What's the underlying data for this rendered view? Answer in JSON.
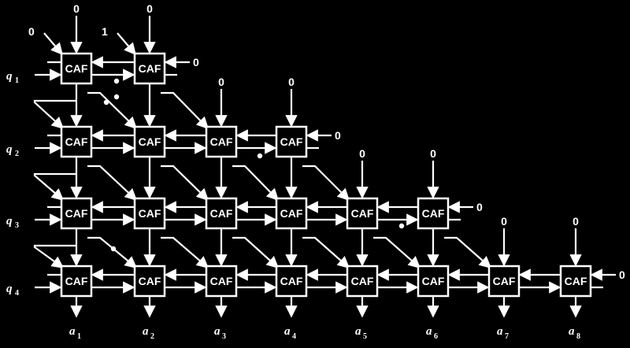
{
  "diagram": {
    "cell_label": "CAF",
    "rows": [
      {
        "label": "q",
        "sub": "1",
        "cells": 2
      },
      {
        "label": "q",
        "sub": "2",
        "cells": 4
      },
      {
        "label": "q",
        "sub": "3",
        "cells": 6
      },
      {
        "label": "q",
        "sub": "4",
        "cells": 8
      }
    ],
    "outputs": [
      {
        "label": "a",
        "sub": "1"
      },
      {
        "label": "a",
        "sub": "2"
      },
      {
        "label": "a",
        "sub": "3"
      },
      {
        "label": "a",
        "sub": "4"
      },
      {
        "label": "a",
        "sub": "5"
      },
      {
        "label": "a",
        "sub": "6"
      },
      {
        "label": "a",
        "sub": "7"
      },
      {
        "label": "a",
        "sub": "8"
      }
    ],
    "top_inputs": [
      "0",
      "0",
      "0",
      "0",
      "0",
      "0",
      "0",
      "0"
    ],
    "diagonal_inputs": [
      "0",
      "1"
    ],
    "right_inputs": [
      "0",
      "0",
      "0",
      "0"
    ]
  }
}
